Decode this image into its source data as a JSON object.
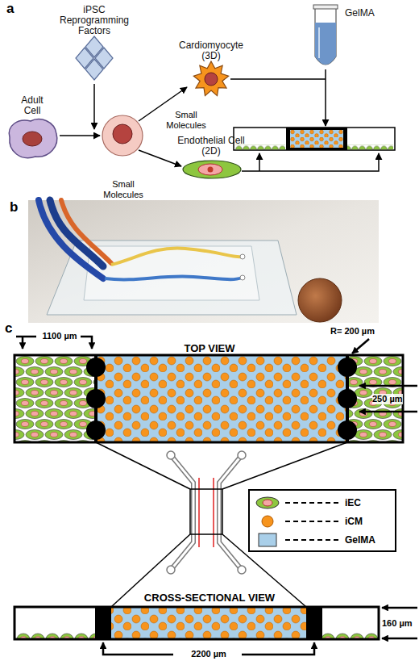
{
  "diagram": {
    "nodes": [
      {
        "text": [
          "iPSC Reprogramming Factors"
        ]
      },
      {
        "text": [
          "Adult Cell"
        ]
      },
      {
        "text": [
          "Cardiomyocyte (3D)"
        ]
      },
      {
        "text": [
          "Endothelial Cell (2D)"
        ]
      },
      {
        "text": [
          "GelMA"
        ]
      }
    ],
    "labels": [
      "a",
      "Small Molecules",
      "Small Molecules",
      "b",
      "c",
      "1100 µm",
      "R= 200 µm",
      "TOP VIEW",
      "250 µm",
      "CROSS-SECTIONAL VIEW",
      "160 µm",
      "2200 µm"
    ],
    "legend": [
      {
        "text": "iEC"
      },
      {
        "text": "iCM",
        "color": "#f7941d"
      },
      {
        "text": "GelMA",
        "color": "#a9cfe9"
      }
    ]
  }
}
